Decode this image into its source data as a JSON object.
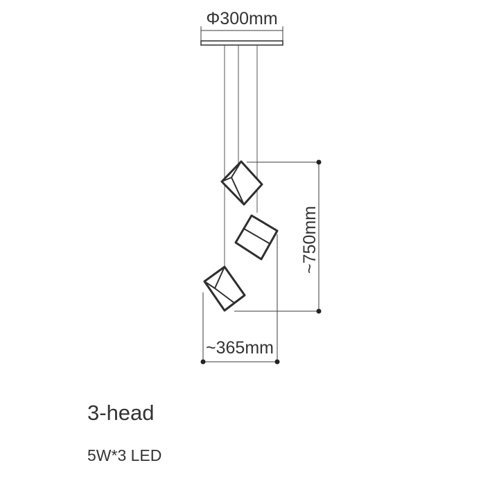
{
  "dimensions": {
    "canopy_diameter": "Φ300mm",
    "drop_height": "~750mm",
    "spread_width": "~365mm"
  },
  "product": {
    "title": "3-head",
    "spec": "5W*3 LED"
  },
  "colors": {
    "line": "#3a3a3a",
    "wire": "#555555",
    "text": "#333333",
    "background": "#ffffff"
  }
}
